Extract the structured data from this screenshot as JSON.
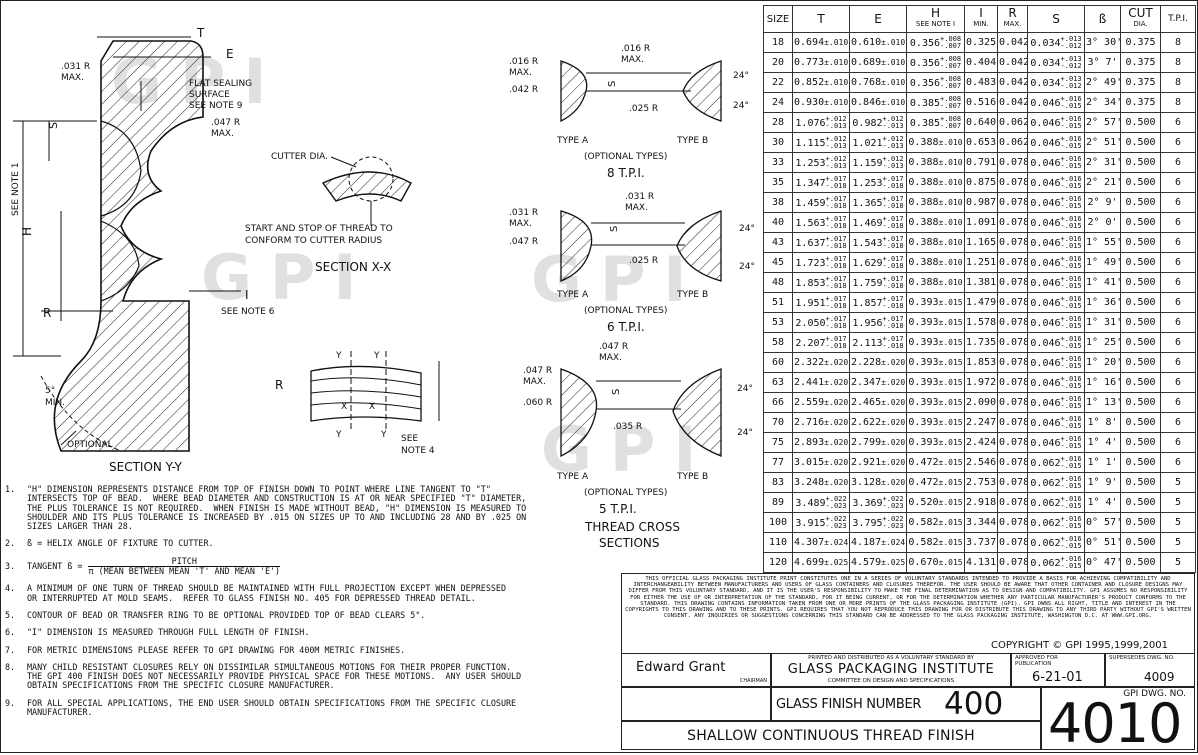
{
  "watermark": "GPI",
  "drawing": {
    "section_yy": {
      "title": "SECTION Y-Y",
      "labels": {
        "t": "T",
        "e": "E",
        "r031": ".031 R",
        "max1": "MAX.",
        "flat1": "FLAT SEALING",
        "flat2": "SURFACE",
        "flat3": "SEE NOTE 9",
        "r047": ".047 R",
        "max2": "MAX.",
        "s": "S",
        "seenote1": "SEE NOTE 1",
        "h": "H",
        "r": "R",
        "i": "I",
        "seenote6": "SEE NOTE 6",
        "five": "5°",
        "min": "MIN.",
        "optional": "OPTIONAL"
      }
    },
    "section_xx": {
      "title": "SECTION X-X",
      "cutter": "CUTTER DIA.",
      "start1": "START AND STOP OF THREAD TO",
      "start2": "CONFORM TO CUTTER RADIUS"
    },
    "helix": {
      "y": "Y",
      "x": "X",
      "r": "R",
      "seenote4a": "SEE",
      "seenote4b": "NOTE 4"
    },
    "tpi8": {
      "r016a": ".016 R",
      "max_a": "MAX.",
      "r016b": ".016 R",
      "max_b": "MAX.",
      "r042": ".042 R",
      "r025": ".025 R",
      "s": "S",
      "a24a": "24°",
      "a24b": "24°",
      "typea": "TYPE A",
      "typeb": "TYPE B",
      "optional": "(OPTIONAL TYPES)",
      "tpi": "8 T.P.I."
    },
    "tpi6": {
      "r031a": ".031 R",
      "max_a": "MAX.",
      "r031b": ".031 R",
      "max_b": "MAX.",
      "r047": ".047 R",
      "r025": ".025 R",
      "s": "S",
      "a24a": "24°",
      "a24b": "24°",
      "typea": "TYPE A",
      "typeb": "TYPE B",
      "optional": "(OPTIONAL TYPES)",
      "tpi": "6 T.P.I."
    },
    "tpi5": {
      "r047a": ".047 R",
      "max_a": "MAX.",
      "r047b": ".047 R",
      "max_b": "MAX.",
      "r060": ".060 R",
      "r035": ".035 R",
      "s": "S",
      "a24a": "24°",
      "a24b": "24°",
      "typea": "TYPE A",
      "typeb": "TYPE B",
      "optional": "(OPTIONAL TYPES)",
      "tpi": "5 T.P.I.",
      "cross1": "THREAD CROSS",
      "cross2": "SECTIONS"
    }
  },
  "table": {
    "headers": {
      "size": "SIZE",
      "t": "T",
      "e": "E",
      "h": "H",
      "h_sub": "SEE NOTE I",
      "i": "I",
      "i_sub": "MIN.",
      "r": "R",
      "r_sub": "MAX.",
      "s": "S",
      "b": "ß",
      "cut": "CUT",
      "cut_sub": "DIA.",
      "tpi": "T.P.I."
    },
    "rows": [
      {
        "size": "18",
        "t": "0.694",
        "tt": "±.010",
        "e": "0.610",
        "et": "±.010",
        "h": "0.356",
        "ht": "+.008 -.007",
        "i": "0.325",
        "r": "0.042",
        "s": "0.034",
        "st": "+.013 -.012",
        "b": "3° 30'",
        "cut": "0.375",
        "tpi": "8"
      },
      {
        "size": "20",
        "t": "0.773",
        "tt": "±.010",
        "e": "0.689",
        "et": "±.010",
        "h": "0.356",
        "ht": "+.008 -.007",
        "i": "0.404",
        "r": "0.042",
        "s": "0.034",
        "st": "+.013 -.012",
        "b": "3° 7'",
        "cut": "0.375",
        "tpi": "8"
      },
      {
        "size": "22",
        "t": "0.852",
        "tt": "±.010",
        "e": "0.768",
        "et": "±.010",
        "h": "0.356",
        "ht": "+.008 -.007",
        "i": "0.483",
        "r": "0.042",
        "s": "0.034",
        "st": "+.013 -.012",
        "b": "2° 49'",
        "cut": "0.375",
        "tpi": "8"
      },
      {
        "size": "24",
        "t": "0.930",
        "tt": "±.010",
        "e": "0.846",
        "et": "±.010",
        "h": "0.385",
        "ht": "+.008 -.007",
        "i": "0.516",
        "r": "0.042",
        "s": "0.046",
        "st": "+.016 -.015",
        "b": "2° 34'",
        "cut": "0.375",
        "tpi": "8"
      },
      {
        "size": "28",
        "t": "1.076",
        "tt": "+.012 -.013",
        "e": "0.982",
        "et": "+.012 -.013",
        "h": "0.385",
        "ht": "+.008 -.007",
        "i": "0.640",
        "r": "0.062",
        "s": "0.046",
        "st": "+.016 -.015",
        "b": "2° 57'",
        "cut": "0.500",
        "tpi": "6"
      },
      {
        "size": "30",
        "t": "1.115",
        "tt": "+.012 -.013",
        "e": "1.021",
        "et": "+.012 -.013",
        "h": "0.388",
        "ht": "±.010",
        "i": "0.653",
        "r": "0.062",
        "s": "0.046",
        "st": "+.016 -.015",
        "b": "2° 51'",
        "cut": "0.500",
        "tpi": "6"
      },
      {
        "size": "33",
        "t": "1.253",
        "tt": "+.012 -.013",
        "e": "1.159",
        "et": "+.012 -.013",
        "h": "0.388",
        "ht": "±.010",
        "i": "0.791",
        "r": "0.078",
        "s": "0.046",
        "st": "+.016 -.015",
        "b": "2° 31'",
        "cut": "0.500",
        "tpi": "6"
      },
      {
        "size": "35",
        "t": "1.347",
        "tt": "+.017 -.018",
        "e": "1.253",
        "et": "+.017 -.018",
        "h": "0.388",
        "ht": "±.010",
        "i": "0.875",
        "r": "0.078",
        "s": "0.046",
        "st": "+.016 -.015",
        "b": "2° 21'",
        "cut": "0.500",
        "tpi": "6"
      },
      {
        "size": "38",
        "t": "1.459",
        "tt": "+.017 -.018",
        "e": "1.365",
        "et": "+.017 -.018",
        "h": "0.388",
        "ht": "±.010",
        "i": "0.987",
        "r": "0.078",
        "s": "0.046",
        "st": "+.016 -.015",
        "b": "2° 9'",
        "cut": "0.500",
        "tpi": "6"
      },
      {
        "size": "40",
        "t": "1.563",
        "tt": "+.017 -.018",
        "e": "1.469",
        "et": "+.017 -.018",
        "h": "0.388",
        "ht": "±.010",
        "i": "1.091",
        "r": "0.078",
        "s": "0.046",
        "st": "+.016 -.015",
        "b": "2° 0'",
        "cut": "0.500",
        "tpi": "6"
      },
      {
        "size": "43",
        "t": "1.637",
        "tt": "+.017 -.018",
        "e": "1.543",
        "et": "+.017 -.018",
        "h": "0.388",
        "ht": "±.010",
        "i": "1.165",
        "r": "0.078",
        "s": "0.046",
        "st": "+.016 -.015",
        "b": "1° 55'",
        "cut": "0.500",
        "tpi": "6"
      },
      {
        "size": "45",
        "t": "1.723",
        "tt": "+.017 -.018",
        "e": "1.629",
        "et": "+.017 -.018",
        "h": "0.388",
        "ht": "±.010",
        "i": "1.251",
        "r": "0.078",
        "s": "0.046",
        "st": "+.016 -.015",
        "b": "1° 49'",
        "cut": "0.500",
        "tpi": "6"
      },
      {
        "size": "48",
        "t": "1.853",
        "tt": "+.017 -.018",
        "e": "1.759",
        "et": "+.017 -.018",
        "h": "0.388",
        "ht": "±.010",
        "i": "1.381",
        "r": "0.078",
        "s": "0.046",
        "st": "+.016 -.015",
        "b": "1° 41'",
        "cut": "0.500",
        "tpi": "6"
      },
      {
        "size": "51",
        "t": "1.951",
        "tt": "+.017 -.018",
        "e": "1.857",
        "et": "+.017 -.018",
        "h": "0.393",
        "ht": "±.015",
        "i": "1.479",
        "r": "0.078",
        "s": "0.046",
        "st": "+.016 -.015",
        "b": "1° 36'",
        "cut": "0.500",
        "tpi": "6"
      },
      {
        "size": "53",
        "t": "2.050",
        "tt": "+.017 -.018",
        "e": "1.956",
        "et": "+.017 -.018",
        "h": "0.393",
        "ht": "±.015",
        "i": "1.578",
        "r": "0.078",
        "s": "0.046",
        "st": "+.016 -.015",
        "b": "1° 31'",
        "cut": "0.500",
        "tpi": "6"
      },
      {
        "size": "58",
        "t": "2.207",
        "tt": "+.017 -.018",
        "e": "2.113",
        "et": "+.017 -.018",
        "h": "0.393",
        "ht": "±.015",
        "i": "1.735",
        "r": "0.078",
        "s": "0.046",
        "st": "+.016 -.015",
        "b": "1° 25'",
        "cut": "0.500",
        "tpi": "6"
      },
      {
        "size": "60",
        "t": "2.322",
        "tt": "±.020",
        "e": "2.228",
        "et": "±.020",
        "h": "0.393",
        "ht": "±.015",
        "i": "1.853",
        "r": "0.078",
        "s": "0.046",
        "st": "+.016 -.015",
        "b": "1° 20'",
        "cut": "0.500",
        "tpi": "6"
      },
      {
        "size": "63",
        "t": "2.441",
        "tt": "±.020",
        "e": "2.347",
        "et": "±.020",
        "h": "0.393",
        "ht": "±.015",
        "i": "1.972",
        "r": "0.078",
        "s": "0.046",
        "st": "+.016 -.015",
        "b": "1° 16'",
        "cut": "0.500",
        "tpi": "6"
      },
      {
        "size": "66",
        "t": "2.559",
        "tt": "±.020",
        "e": "2.465",
        "et": "±.020",
        "h": "0.393",
        "ht": "±.015",
        "i": "2.090",
        "r": "0.078",
        "s": "0.046",
        "st": "+.016 -.015",
        "b": "1° 13'",
        "cut": "0.500",
        "tpi": "6"
      },
      {
        "size": "70",
        "t": "2.716",
        "tt": "±.020",
        "e": "2.622",
        "et": "±.020",
        "h": "0.393",
        "ht": "±.015",
        "i": "2.247",
        "r": "0.078",
        "s": "0.046",
        "st": "+.016 -.015",
        "b": "1° 8'",
        "cut": "0.500",
        "tpi": "6"
      },
      {
        "size": "75",
        "t": "2.893",
        "tt": "±.020",
        "e": "2.799",
        "et": "±.020",
        "h": "0.393",
        "ht": "±.015",
        "i": "2.424",
        "r": "0.078",
        "s": "0.046",
        "st": "+.016 -.015",
        "b": "1° 4'",
        "cut": "0.500",
        "tpi": "6"
      },
      {
        "size": "77",
        "t": "3.015",
        "tt": "±.020",
        "e": "2.921",
        "et": "±.020",
        "h": "0.472",
        "ht": "±.015",
        "i": "2.546",
        "r": "0.078",
        "s": "0.062",
        "st": "+.016 -.015",
        "b": "1° 1'",
        "cut": "0.500",
        "tpi": "6"
      },
      {
        "size": "83",
        "t": "3.248",
        "tt": "±.020",
        "e": "3.128",
        "et": "±.020",
        "h": "0.472",
        "ht": "±.015",
        "i": "2.753",
        "r": "0.078",
        "s": "0.062",
        "st": "+.016 -.015",
        "b": "1° 9'",
        "cut": "0.500",
        "tpi": "5"
      },
      {
        "size": "89",
        "t": "3.489",
        "tt": "+.022 -.023",
        "e": "3.369",
        "et": "+.022 -.023",
        "h": "0.520",
        "ht": "±.015",
        "i": "2.918",
        "r": "0.078",
        "s": "0.062",
        "st": "+.016 -.015",
        "b": "1° 4'",
        "cut": "0.500",
        "tpi": "5"
      },
      {
        "size": "100",
        "t": "3.915",
        "tt": "+.022 -.023",
        "e": "3.795",
        "et": "+.022 -.023",
        "h": "0.582",
        "ht": "±.015",
        "i": "3.344",
        "r": "0.078",
        "s": "0.062",
        "st": "+.016 -.015",
        "b": "0° 57'",
        "cut": "0.500",
        "tpi": "5"
      },
      {
        "size": "110",
        "t": "4.307",
        "tt": "±.024",
        "e": "4.187",
        "et": "±.024",
        "h": "0.582",
        "ht": "±.015",
        "i": "3.737",
        "r": "0.078",
        "s": "0.062",
        "st": "+.016 -.015",
        "b": "0° 51'",
        "cut": "0.500",
        "tpi": "5"
      },
      {
        "size": "120",
        "t": "4.699",
        "tt": "±.025",
        "e": "4.579",
        "et": "±.025",
        "h": "0.670",
        "ht": "±.015",
        "i": "4.131",
        "r": "0.078",
        "s": "0.062",
        "st": "+.016 -.015",
        "b": "0° 47'",
        "cut": "0.500",
        "tpi": "5"
      }
    ]
  },
  "notes": [
    {
      "num": "1.",
      "text": "\"H\" DIMENSION REPRESENTS DISTANCE FROM TOP OF FINISH DOWN TO POINT WHERE LINE TANGENT TO \"T\"\nINTERSECTS TOP OF BEAD.  WHERE BEAD DIAMETER AND CONSTRUCTION IS AT OR NEAR SPECIFIED \"T\" DIAMETER,\nTHE PLUS TOLERANCE IS NOT REQUIRED.  WHEN FINISH IS MADE WITHOUT BEAD, \"H\" DIMENSION IS MEASURED TO\nSHOULDER AND ITS PLUS TOLERANCE IS INCREASED BY .015 ON SIZES UP TO AND INCLUDING 28 AND BY .025 ON\nSIZES LARGER THAN 28."
    },
    {
      "num": "2.",
      "text": "ß = HELIX ANGLE OF FIXTURE TO CUTTER."
    },
    {
      "num": "4.",
      "text": "A MINIMUM OF ONE TURN OF THREAD SHOULD BE MAINTAINED WITH FULL PROJECTION EXCEPT WHEN DEPRESSED\nOR INTERRUPTED AT MOLD SEAMS.  REFER TO GLASS FINISH NO. 405 FOR DEPRESSED THREAD DETAIL."
    },
    {
      "num": "5.",
      "text": "CONTOUR OF BEAD OR TRANSFER RING TO BE OPTIONAL PROVIDED TOP OF BEAD CLEARS 5°."
    },
    {
      "num": "6.",
      "text": "\"I\" DIMENSION IS MEASURED THROUGH FULL LENGTH OF FINISH."
    },
    {
      "num": "7.",
      "text": "FOR METRIC DIMENSIONS PLEASE REFER TO GPI DRAWING FOR 400M METRIC FINISHES."
    },
    {
      "num": "8.",
      "text": "MANY CHILD RESISTANT CLOSURES RELY ON DISSIMILAR SIMULTANEOUS MOTIONS FOR THEIR PROPER FUNCTION.\nTHE GPI 400 FINISH DOES NOT NECESSARILY PROVIDE PHYSICAL SPACE FOR THESE MOTIONS.  ANY USER SHOULD\nOBTAIN SPECIFICATIONS FROM THE SPECIFIC CLOSURE MANUFACTURER."
    },
    {
      "num": "9.",
      "text": "FOR ALL SPECIAL APPLICATIONS, THE END USER SHOULD OBTAIN SPECIFICATIONS FROM THE SPECIFIC CLOSURE\nMANUFACTURER."
    }
  ],
  "note3": {
    "num": "3.",
    "prefix": "TANGENT ß =",
    "numerator": "PITCH",
    "denominator": "π (MEAN BETWEEN MEAN 'T' AND MEAN 'E')"
  },
  "disclaimer": "THIS OFFICIAL GLASS PACKAGING INSTITUTE PRINT CONSTITUTES ONE IN A SERIES OF VOLUNTARY STANDARDS INTENDED TO PROVIDE A BASIS FOR ACHIEVING COMPATIBILITY AND INTERCHANGEABILITY BETWEEN MANUFACTURERS AND USERS OF GLASS CONTAINERS AND CLOSURES THEREFOR.  THE USER SHOULD BE AWARE THAT OTHER CONTAINER AND CLOSURE DESIGNS MAY DIFFER FROM THIS VOLUNTARY STANDARD, AND IT IS THE USER'S RESPONSIBILITY TO MAKE THE FINAL DETERMINATION AS TO DESIGN AND COMPATIBILITY.  GPI ASSUMES NO RESPONSIBILITY FOR EITHER THE USE OF OR INTERPRETATION OF THE STANDARD, FOR IT BEING CURRENT, OR FOR THE DETERMINATION WHETHER ANY PARTICULAR MANUFACTURER'S PRODUCT CONFORMS TO THE STANDARD.  THIS DRAWING CONTAINS INFORMATION TAKEN FROM ONE OR MORE PRINTS OF THE GLASS PACKAGING INSTITUTE (GPI).  GPI OWNS ALL RIGHT, TITLE AND INTEREST IN THE COPYRIGHTS TO THIS DRAWING AND TO THESE PRINTS. GPI REQUIRES THAT YOU NOT REPRODUCE THIS DRAWING FOR OR DISTRIBUTE THIS DRAWING TO ANY THIRD PARTY WITHOUT GPI'S WRITTEN CONSENT.  ANY INQUIRIES OR SUGGESTIONS CONCERNING THIS STANDARD CAN BE ADDRESSED TO THE GLASS PACKAGING INSTITUTE, WASHINGTON D.C. AT WWW.GPI.ORG.",
  "copyright": "COPYRIGHT © GPI 1995,1999,2001",
  "titleblock": {
    "chairman_name": "Edward Grant",
    "chairman_label": "CHAIRMAN",
    "printed_by": "PRINTED AND DISTRIBUTED AS A VOLUNTARY STANDARD BY",
    "org": "GLASS PACKAGING INSTITUTE",
    "committee": "COMMITTEE ON DESIGN AND SPECIFICATIONS",
    "approved_label": "APPROVED FOR PUBLICATION",
    "approved_date": "6-21-01",
    "supersedes_label": "SUPERSEDES DWG. NO.",
    "supersedes_no": "4009",
    "finish_label": "GLASS FINISH NUMBER",
    "finish_no": "400",
    "dwg_label": "GPI DWG. NO.",
    "dwg_no": "4010",
    "finish_title": "SHALLOW CONTINUOUS THREAD FINISH"
  }
}
